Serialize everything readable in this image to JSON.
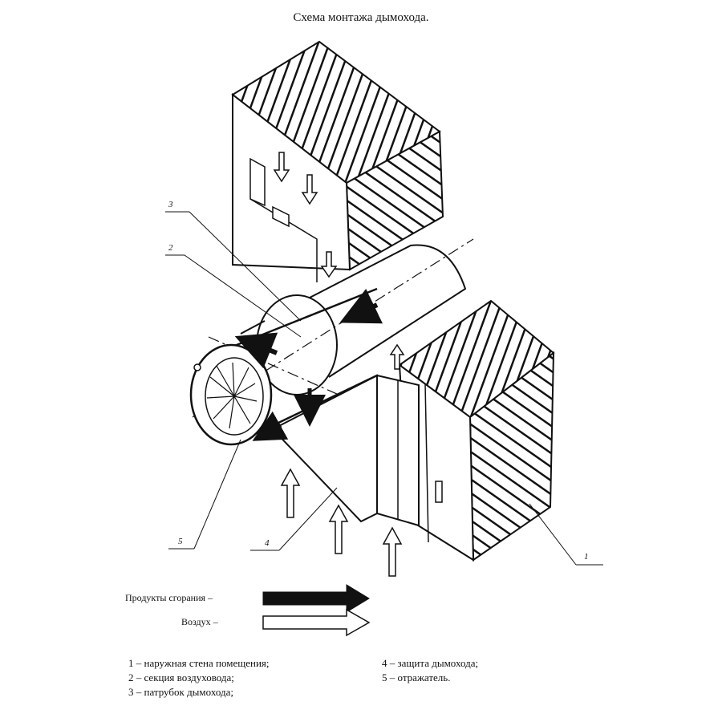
{
  "title": "Схема монтажа дымохода.",
  "callouts": [
    "1",
    "2",
    "3",
    "4",
    "5"
  ],
  "legend": {
    "smoke_label": "Продукты сгорания –",
    "air_label": "Воздух –"
  },
  "parts_left": [
    "1 – наружная стена помещения;",
    "2 – секция воздуховода;",
    "3 – патрубок дымохода;"
  ],
  "parts_right": [
    "4 – защита дымохода;",
    "5 – отражатель."
  ],
  "colors": {
    "ink": "#111111",
    "background": "#ffffff"
  }
}
